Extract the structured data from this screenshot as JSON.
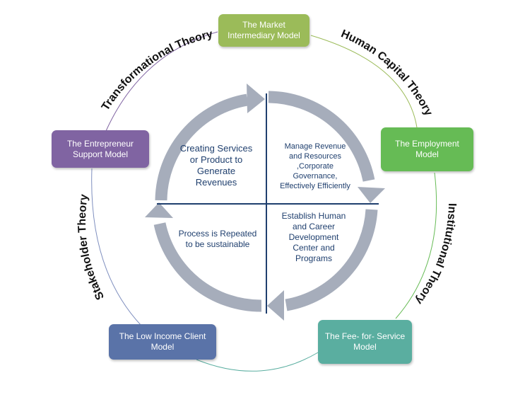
{
  "models": {
    "market": {
      "text": "The Market\nIntermediary Model",
      "color": "#9bbb59"
    },
    "employment": {
      "text": "The Employment\nModel",
      "color": "#66bb55"
    },
    "fee": {
      "text": "The Fee- for- Service\nModel",
      "color": "#5aaea0"
    },
    "low_income": {
      "text": "The Low Income Client\nModel",
      "color": "#5a73a8"
    },
    "entrepreneur": {
      "text": "The Entrepreneur\nSupport Model",
      "color": "#8064a2"
    }
  },
  "theories": {
    "transformational": "Transformational Theory",
    "human_capital": "Human Capital Theory",
    "institutional": "Institutional  Theory",
    "stakeholder": "Stakeholder Theory"
  },
  "quadrants": {
    "top_left": "Creating Services\nor Product to\nGenerate\nRevenues",
    "top_right": "Manage Revenue\nand Resources\n,Corporate\nGovernance,\nEffectively Efficiently",
    "bottom_right": "Establish Human\nand Career\nDevelopment\nCenter and\nPrograms",
    "bottom_left": "Process is Repeated\nto be sustainable"
  }
}
